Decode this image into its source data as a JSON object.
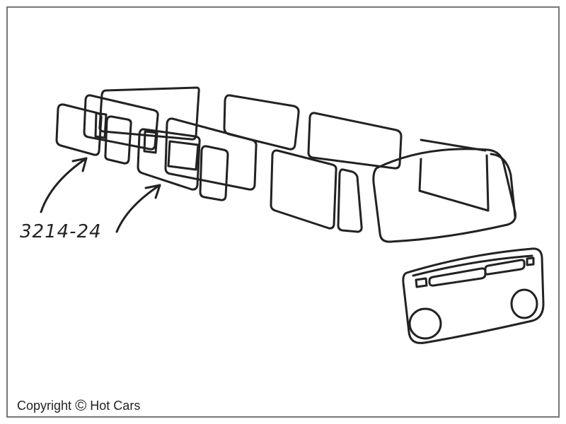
{
  "diagram": {
    "part_number_label": "3214-24"
  },
  "footer": {
    "copyright_prefix": "Copyright",
    "copyright_symbol": "©",
    "copyright_owner": "Hot Cars"
  },
  "colors": {
    "line": "#222222",
    "frame_border": "#777777",
    "background": "#ffffff"
  }
}
